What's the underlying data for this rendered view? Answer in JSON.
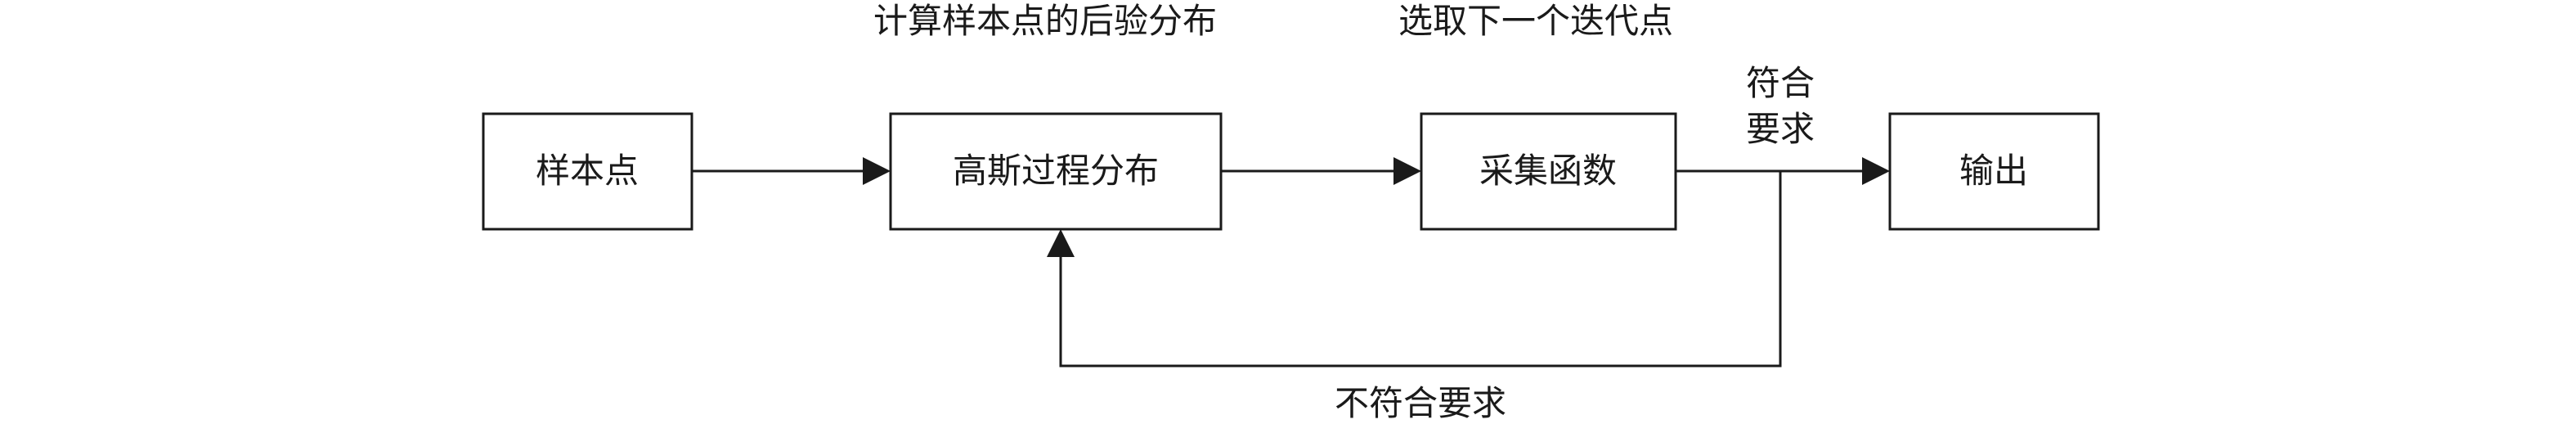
{
  "diagram": {
    "captions": {
      "posterior": "计算样本点的后验分布",
      "next_point": "选取下一个迭代点"
    },
    "nodes": {
      "samples": "样本点",
      "gp": "高斯过程分布",
      "acquisition": "采集函数",
      "output": "输出"
    },
    "edges": {
      "meets_line1": "符合",
      "meets_line2": "要求",
      "not_meets": "不符合要求"
    }
  }
}
